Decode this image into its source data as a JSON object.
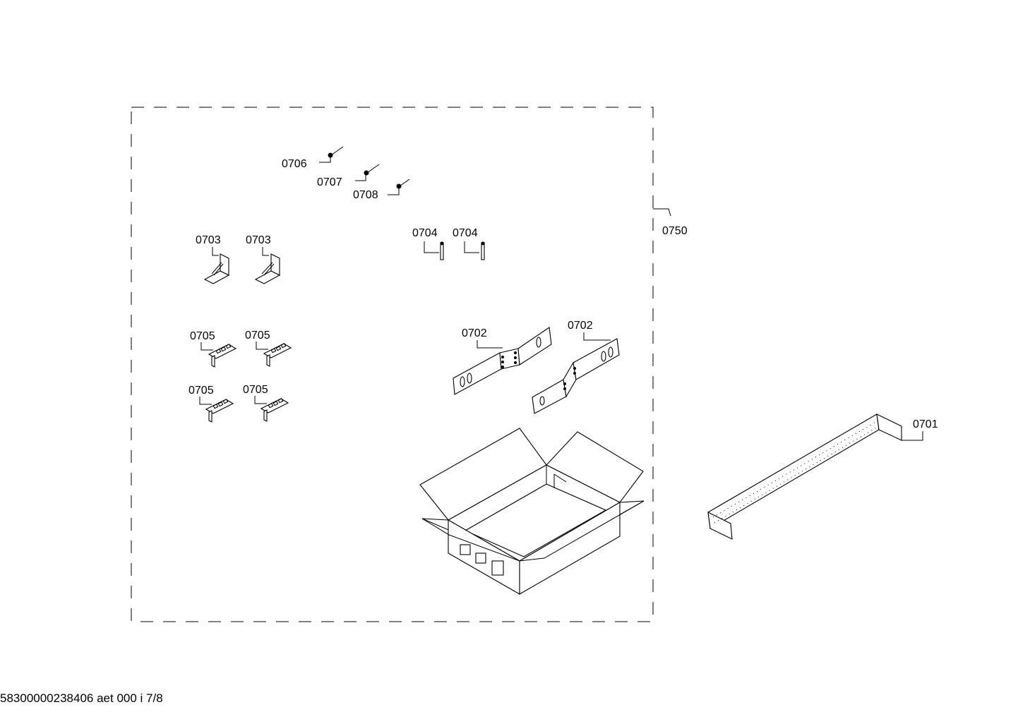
{
  "labels": {
    "l0706": "0706",
    "l0707": "0707",
    "l0708": "0708",
    "l0750": "0750",
    "l0703a": "0703",
    "l0703b": "0703",
    "l0704a": "0704",
    "l0704b": "0704",
    "l0705a": "0705",
    "l0705b": "0705",
    "l0705c": "0705",
    "l0705d": "0705",
    "l0702a": "0702",
    "l0702b": "0702",
    "l0701": "0701"
  },
  "footer": "58300000238406 aet 000 i 7/8"
}
